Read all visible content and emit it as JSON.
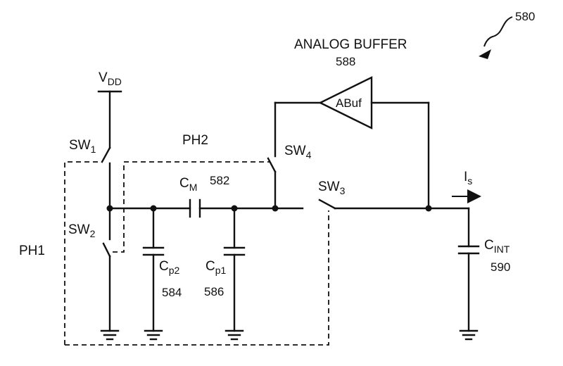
{
  "figure_ref": "580",
  "buffer": {
    "title": "ANALOG BUFFER",
    "number": "588",
    "symbol": "ABuf"
  },
  "supply": {
    "main": "V",
    "sub": "DD"
  },
  "phases": {
    "ph1": "PH1",
    "ph2": "PH2"
  },
  "switches": {
    "sw1": {
      "main": "SW",
      "sub": "1"
    },
    "sw2": {
      "main": "SW",
      "sub": "2"
    },
    "sw3": {
      "main": "SW",
      "sub": "3"
    },
    "sw4": {
      "main": "SW",
      "sub": "4"
    }
  },
  "capacitors": {
    "cm": {
      "main": "C",
      "sub": "M",
      "number": "582"
    },
    "cp2": {
      "main": "C",
      "sub": "p2",
      "number": "584"
    },
    "cp1": {
      "main": "C",
      "sub": "p1",
      "number": "586"
    },
    "cint": {
      "main": "C",
      "sub": "INT",
      "number": "590"
    }
  },
  "current": {
    "main": "I",
    "sub": "s"
  }
}
